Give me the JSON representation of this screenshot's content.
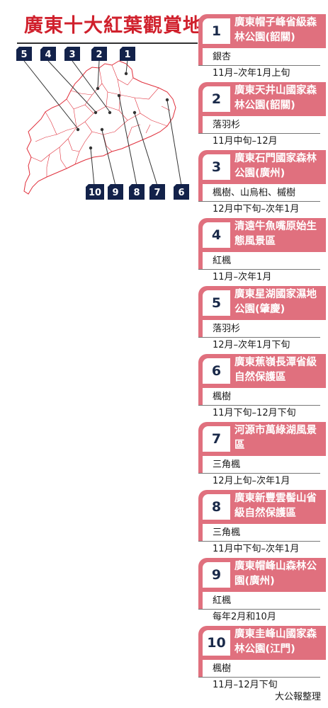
{
  "title": "廣東十大紅葉觀賞地",
  "source": "大公報整理",
  "colors": {
    "title": "#d0202c",
    "header": "#e0707e",
    "marker": "#13224a",
    "map_border": "#e0303c"
  },
  "map_markers": [
    "1",
    "2",
    "3",
    "4",
    "5",
    "6",
    "7",
    "8",
    "9",
    "10"
  ],
  "entries": [
    {
      "num": "1",
      "name": "廣東帽子峰省級森林公園(韶關)",
      "tree": "銀杏",
      "period": "11月–次年1月上旬"
    },
    {
      "num": "2",
      "name": "廣東天井山國家森林公園(韶關)",
      "tree": "落羽杉",
      "period": "11月中旬–12月"
    },
    {
      "num": "3",
      "name": "廣東石門國家森林公園(廣州)",
      "tree": "楓樹、山烏桕、槭樹",
      "period": "12月中下旬–次年1月"
    },
    {
      "num": "4",
      "name": "清遠牛魚嘴原始生態風景區",
      "tree": "紅楓",
      "period": "11月–次年1月"
    },
    {
      "num": "5",
      "name": "廣東星湖國家濕地公園(肇慶)",
      "tree": "落羽杉",
      "period": "12月–次年1月下旬"
    },
    {
      "num": "6",
      "name": "廣東蕉嶺長潭省級自然保護區",
      "tree": "楓樹",
      "period": "11月下旬–12月下旬"
    },
    {
      "num": "7",
      "name": "河源市萬綠湖風景區",
      "tree": "三角楓",
      "period": "12月上旬–次年1月"
    },
    {
      "num": "8",
      "name": "廣東新豐雲髻山省級自然保護區",
      "tree": "三角楓",
      "period": "11月中下旬–次年1月"
    },
    {
      "num": "9",
      "name": "廣東帽峰山森林公園(廣州)",
      "tree": "紅楓",
      "period": "每年2月和10月"
    },
    {
      "num": "10",
      "name": "廣東圭峰山國家森林公園(江門)",
      "tree": "楓樹",
      "period": "11月–12月下旬"
    }
  ]
}
